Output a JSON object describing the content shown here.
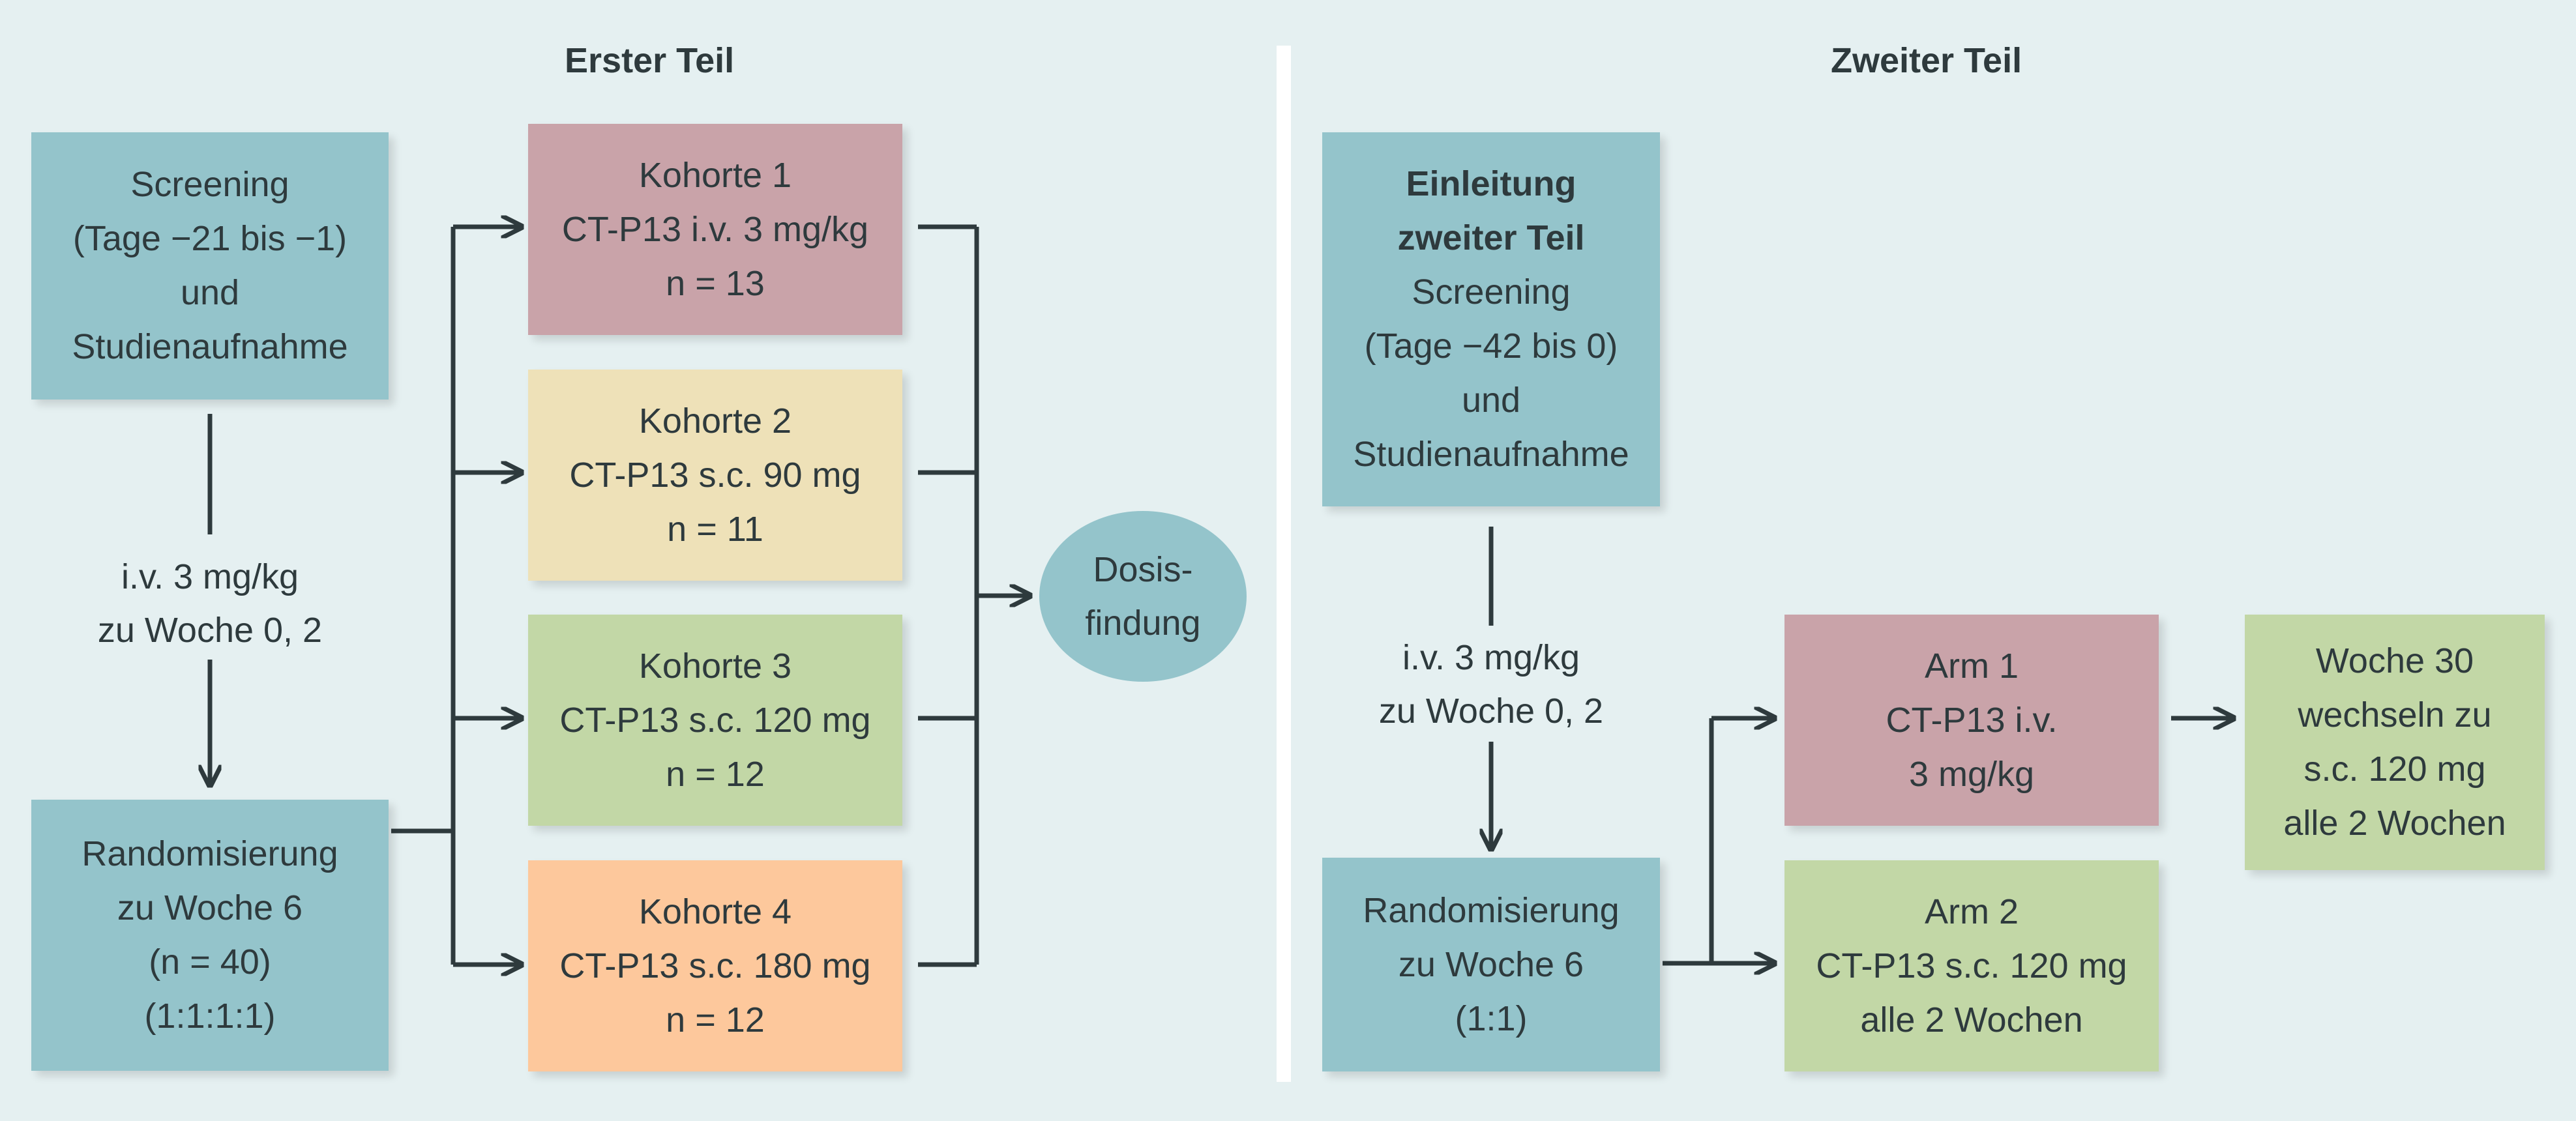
{
  "part1": {
    "title": "Erster Teil",
    "screening": {
      "lines": [
        "Screening",
        "(Tage −21 bis −1)",
        "und",
        "Studienaufnahme"
      ]
    },
    "arrow_label": {
      "lines": [
        "i.v. 3 mg/kg",
        "zu Woche 0, 2"
      ]
    },
    "randomization": {
      "lines": [
        "Randomisierung",
        "zu Woche 6",
        "(n = 40)",
        "(1:1:1:1)"
      ]
    },
    "cohorts": [
      {
        "lines": [
          "Kohorte 1",
          "CT-P13 i.v. 3 mg/kg",
          "n = 13"
        ]
      },
      {
        "lines": [
          "Kohorte 2",
          "CT-P13 s.c. 90 mg",
          "n = 11"
        ]
      },
      {
        "lines": [
          "Kohorte 3",
          "CT-P13 s.c. 120 mg",
          "n = 12"
        ]
      },
      {
        "lines": [
          "Kohorte 4",
          "CT-P13 s.c. 180 mg",
          "n = 12"
        ]
      }
    ],
    "dose_finding": {
      "lines": [
        "Dosis-",
        "findung"
      ]
    }
  },
  "part2": {
    "title": "Zweiter Teil",
    "intro": {
      "bold_lines": [
        "Einleitung",
        "zweiter Teil"
      ],
      "lines": [
        "Screening",
        "(Tage −42 bis 0)",
        "und",
        "Studienaufnahme"
      ]
    },
    "arrow_label": {
      "lines": [
        "i.v. 3 mg/kg",
        "zu Woche 0, 2"
      ]
    },
    "randomization": {
      "lines": [
        "Randomisierung",
        "zu Woche 6",
        "(1:1)"
      ]
    },
    "arms": [
      {
        "lines": [
          "Arm 1",
          "CT-P13 i.v.",
          "3 mg/kg"
        ]
      },
      {
        "lines": [
          "Arm 2",
          "CT-P13 s.c. 120 mg",
          "alle 2 Wochen"
        ]
      }
    ],
    "switch": {
      "lines": [
        "Woche 30",
        "wechseln zu",
        "s.c. 120 mg",
        "alle 2 Wochen"
      ]
    }
  },
  "colors": {
    "background": "#e5f0f1",
    "teal": "#94c4cb",
    "rose": "#c9a3a9",
    "sand": "#eee1b8",
    "green": "#c2d7a6",
    "orange": "#fdc89c",
    "connector": "#2e3a3d"
  }
}
